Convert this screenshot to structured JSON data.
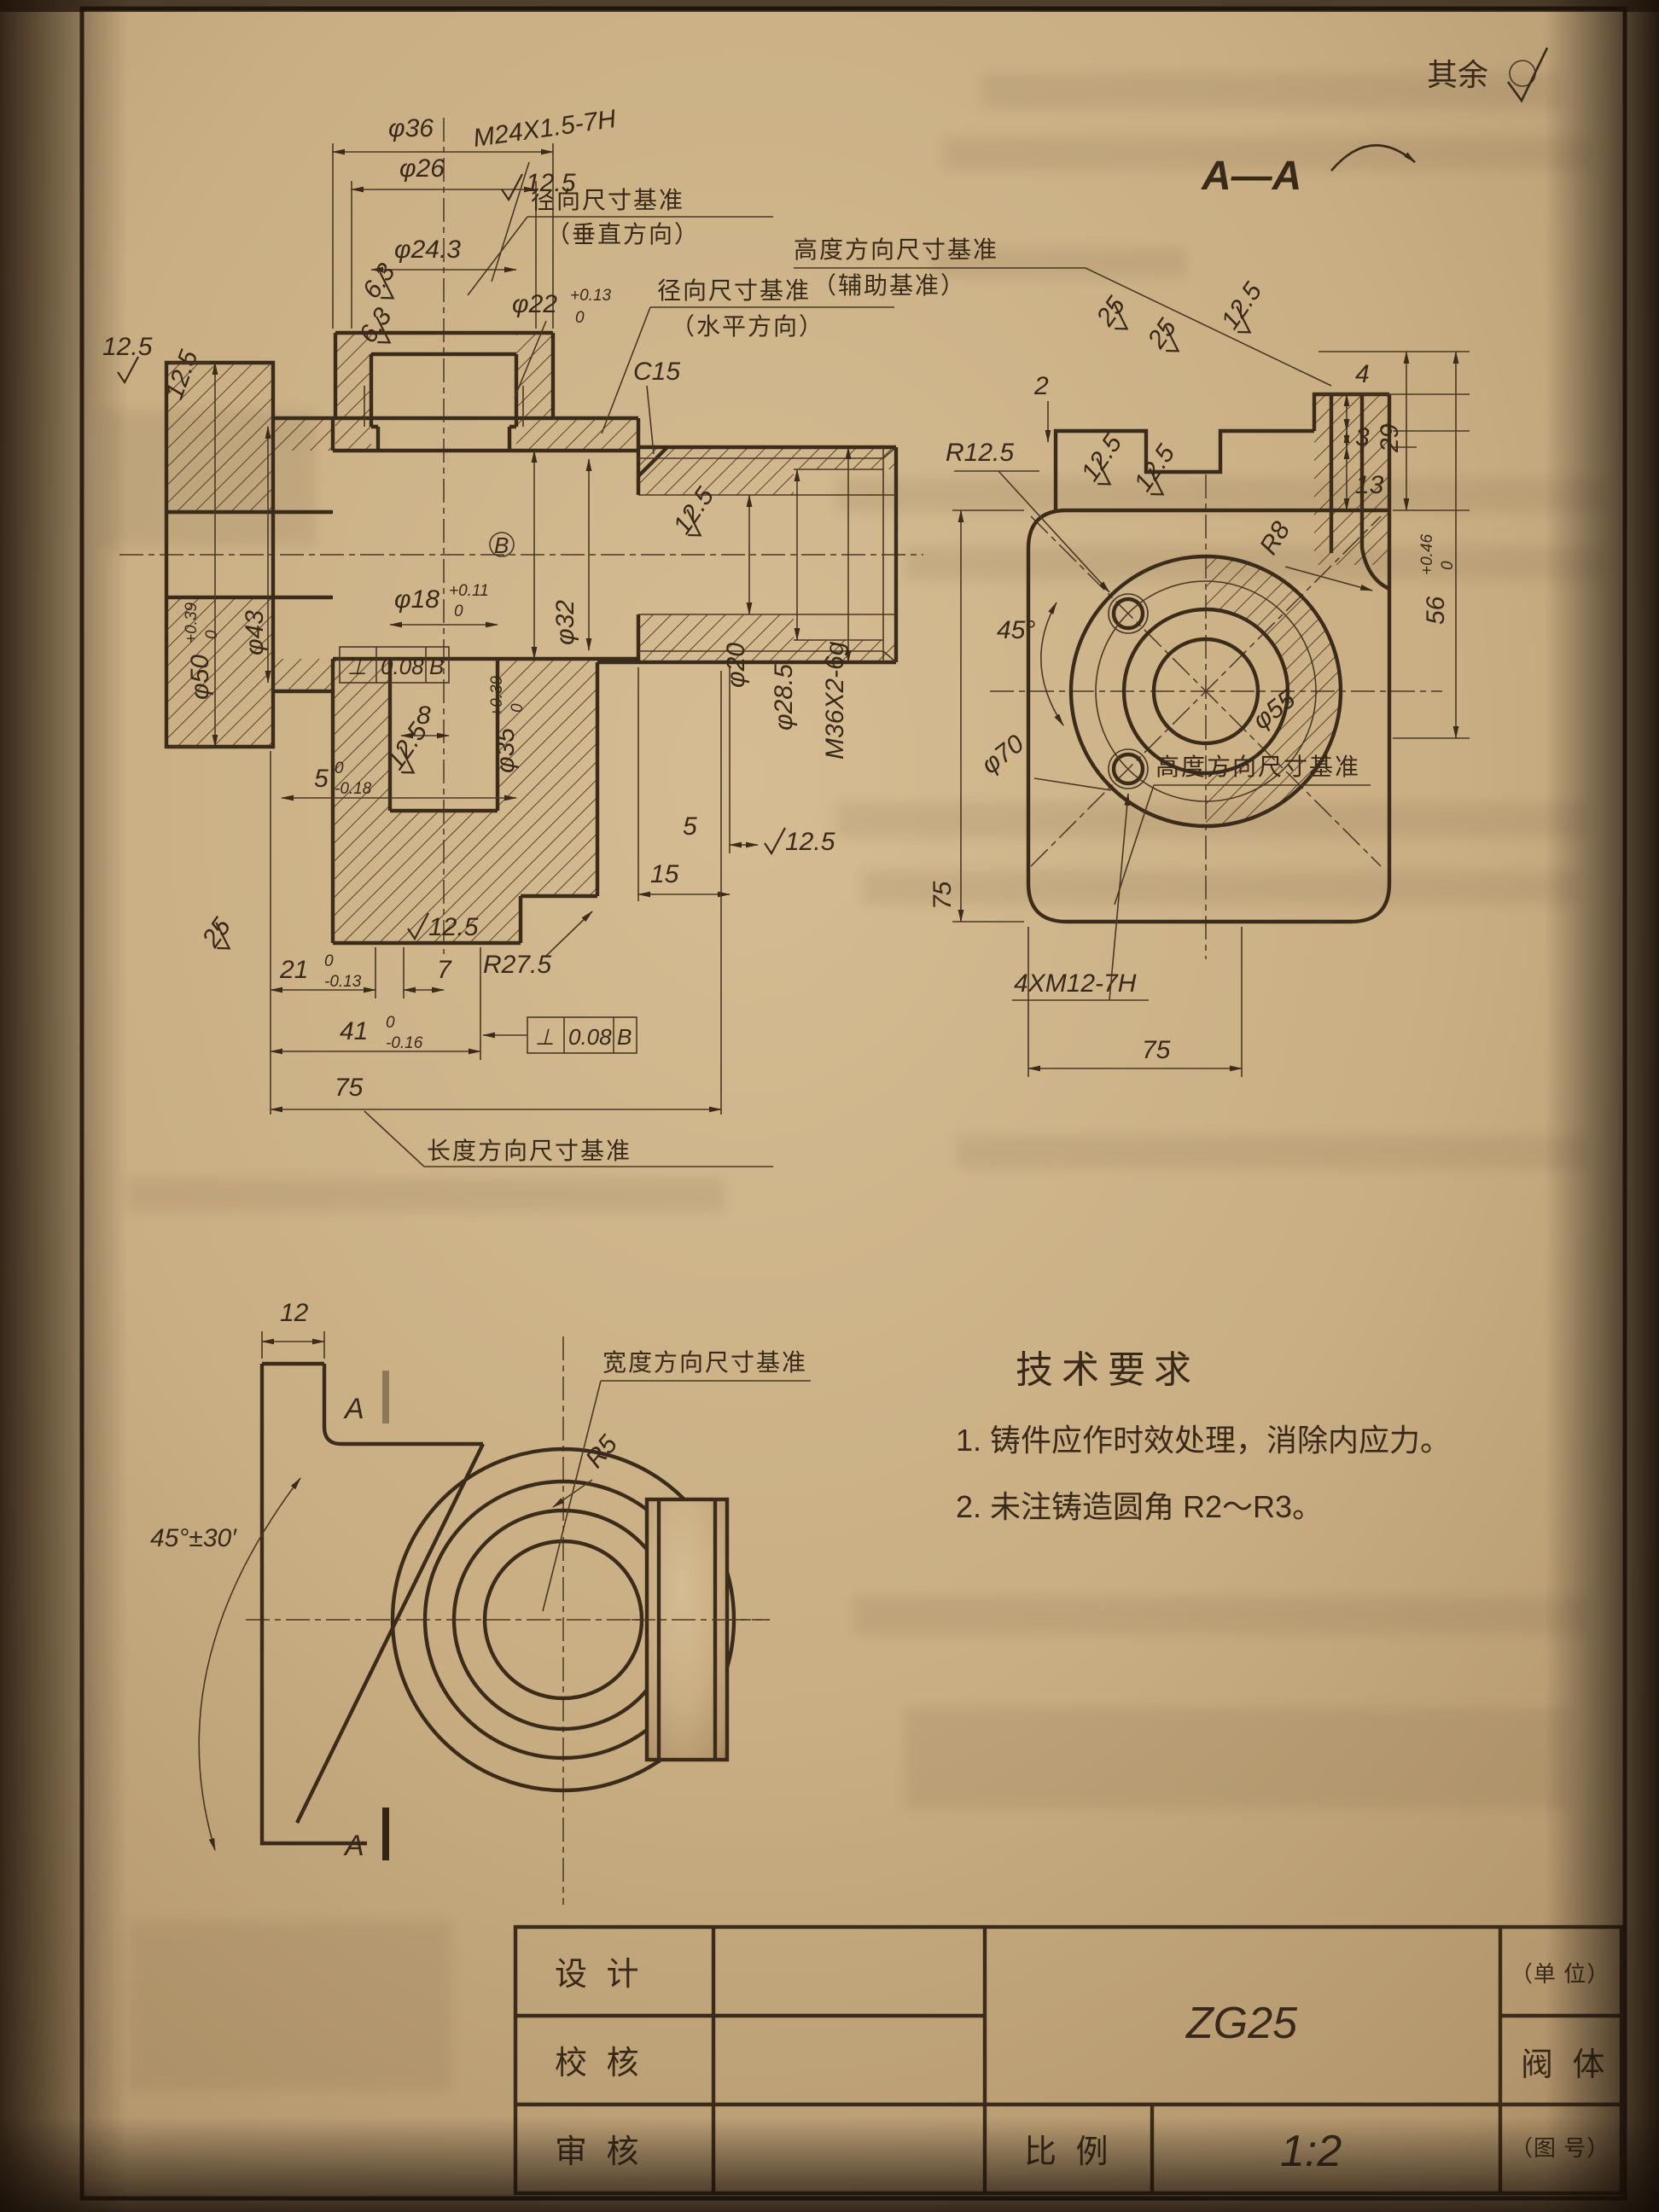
{
  "sheet": {
    "rest_note": "其余",
    "material": "ZG25"
  },
  "rough": {
    "r25": "25",
    "r12_5": "12.5",
    "r6_3": "6.3"
  },
  "main_view": {
    "dims": {
      "phi36": "φ36",
      "phi26": "φ26",
      "thread_top": "M24X1.5-7H",
      "phi24_3": "φ24.3",
      "phi22": {
        "base": "φ22",
        "up": "+0.13",
        "low": "0"
      },
      "phi18": {
        "base": "φ18",
        "up": "+0.11",
        "low": "0"
      },
      "c15": "C15",
      "phi50": {
        "base": "φ50",
        "up": "+0.39",
        "low": "0"
      },
      "phi43": "φ43",
      "phi35": {
        "base": "φ35",
        "up": "+0.39",
        "low": "0"
      },
      "phi32": "φ32",
      "phi20": "φ20",
      "phi28_5": "φ28.5",
      "thread_right": "M36X2-6g",
      "dim8": "8",
      "dim5tol": {
        "base": "5",
        "up": "0",
        "low": "-0.18"
      },
      "r27_5": "R27.5",
      "dim15": "15",
      "dim5": "5",
      "dim21": {
        "base": "21",
        "up": "0",
        "low": "-0.13"
      },
      "dim7": "7",
      "dim41": {
        "base": "41",
        "up": "0",
        "low": "-0.16"
      },
      "dim75": "75"
    },
    "frame": {
      "symbol": "⊥",
      "value": "0.08",
      "datum": "B"
    },
    "datum_letter": "B",
    "callouts": {
      "radial_v_1": "径向尺寸基准",
      "radial_v_2": "（垂直方向）",
      "radial_h_1": "径向尺寸基准",
      "radial_h_2": "（水平方向）",
      "length_datum": "长度方向尺寸基准"
    }
  },
  "section_view": {
    "title": "A—A",
    "dims": {
      "dim2": "2",
      "dim4": "4",
      "dim3": "3",
      "dim13": "13",
      "dim29": "29",
      "dim56": {
        "base": "56",
        "up": "+0.46",
        "low": "0"
      },
      "r12_5": "R12.5",
      "deg45": "45°",
      "phi70": "φ70",
      "phi55": "φ55",
      "r8": "R8",
      "thread_holes": "4XM12-7H",
      "dim75v": "75",
      "dim75h": "75"
    },
    "callouts": {
      "height_aux_1": "高度方向尺寸基准",
      "height_aux_2": "（辅助基准）",
      "height_datum": "高度方向尺寸基准"
    }
  },
  "side_view": {
    "dims": {
      "dim12": "12",
      "angle45": "45°±30′",
      "r5": "R5"
    },
    "section_mark": "A",
    "callouts": {
      "width_datum": "宽度方向尺寸基准"
    }
  },
  "tech_req": {
    "title": "技术要求",
    "item1": "1. 铸件应作时效处理，消除内应力。",
    "item2": "2. 未注铸造圆角 R2～R3。"
  },
  "title_block": {
    "design": "设  计",
    "check": "校  核",
    "review": "审  核",
    "material": "ZG25",
    "scale_label": "比  例",
    "scale_value": "1:2",
    "unit": "（单  位）",
    "part": "阀  体",
    "drawing_no": "（图  号）"
  }
}
